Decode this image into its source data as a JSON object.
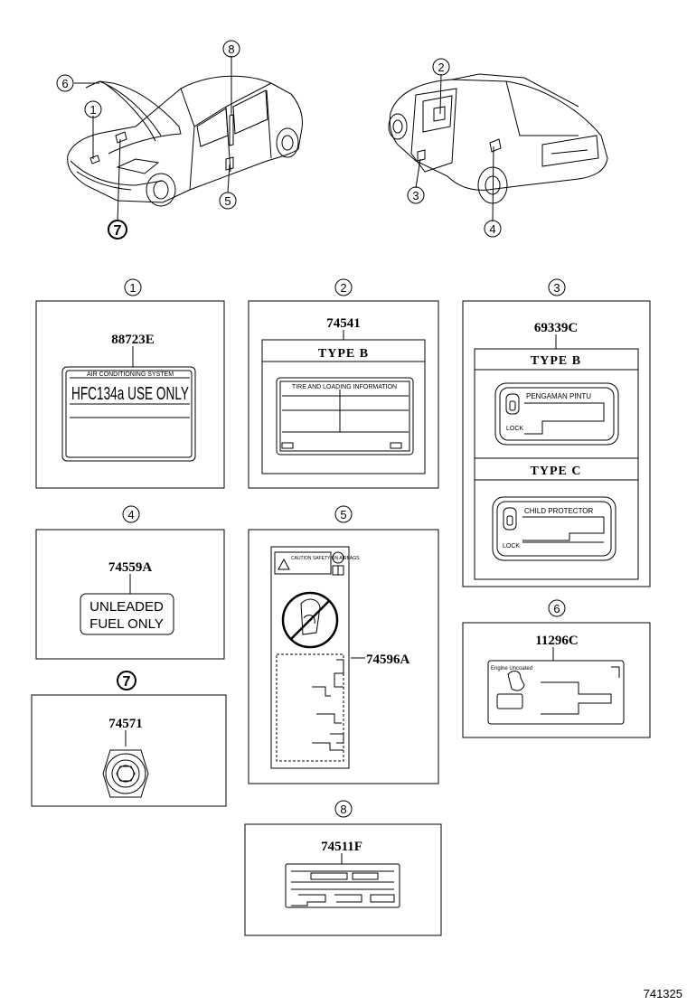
{
  "figure_number": "741325",
  "callouts": {
    "c1": "1",
    "c2": "2",
    "c3": "3",
    "c4": "4",
    "c5": "5",
    "c6": "6",
    "c7": "7",
    "c8": "8"
  },
  "panels": {
    "p1": {
      "callout": "1",
      "part_number": "88723E",
      "title": "AIR CONDITIONING SYSTEM",
      "main_text": "HFC134a USE ONLY"
    },
    "p2": {
      "callout": "2",
      "part_number": "74541",
      "type": "TYPE B",
      "label_title": "TIRE AND LOADING INFORMATION"
    },
    "p3": {
      "callout": "3",
      "part_number": "69339C",
      "type_b": "TYPE B",
      "type_c": "TYPE C",
      "type_b_text": "PENGAMAN PINTU",
      "type_c_text": "CHILD PROTECTOR",
      "lock_b": "LOCK",
      "lock_c": "LOCK"
    },
    "p4": {
      "callout": "4",
      "part_number": "74559A",
      "line1": "UNLEADED",
      "line2": "FUEL ONLY"
    },
    "p5": {
      "callout": "5",
      "part_number": "74596A",
      "caution": "CAUTION SAFETY ON AIRBAGS"
    },
    "p6": {
      "callout": "6",
      "part_number": "11296C",
      "engine_label": "Engine Uncoated"
    },
    "p7": {
      "callout": "7",
      "part_number": "74571"
    },
    "p8": {
      "callout": "8",
      "part_number": "74511F"
    }
  }
}
